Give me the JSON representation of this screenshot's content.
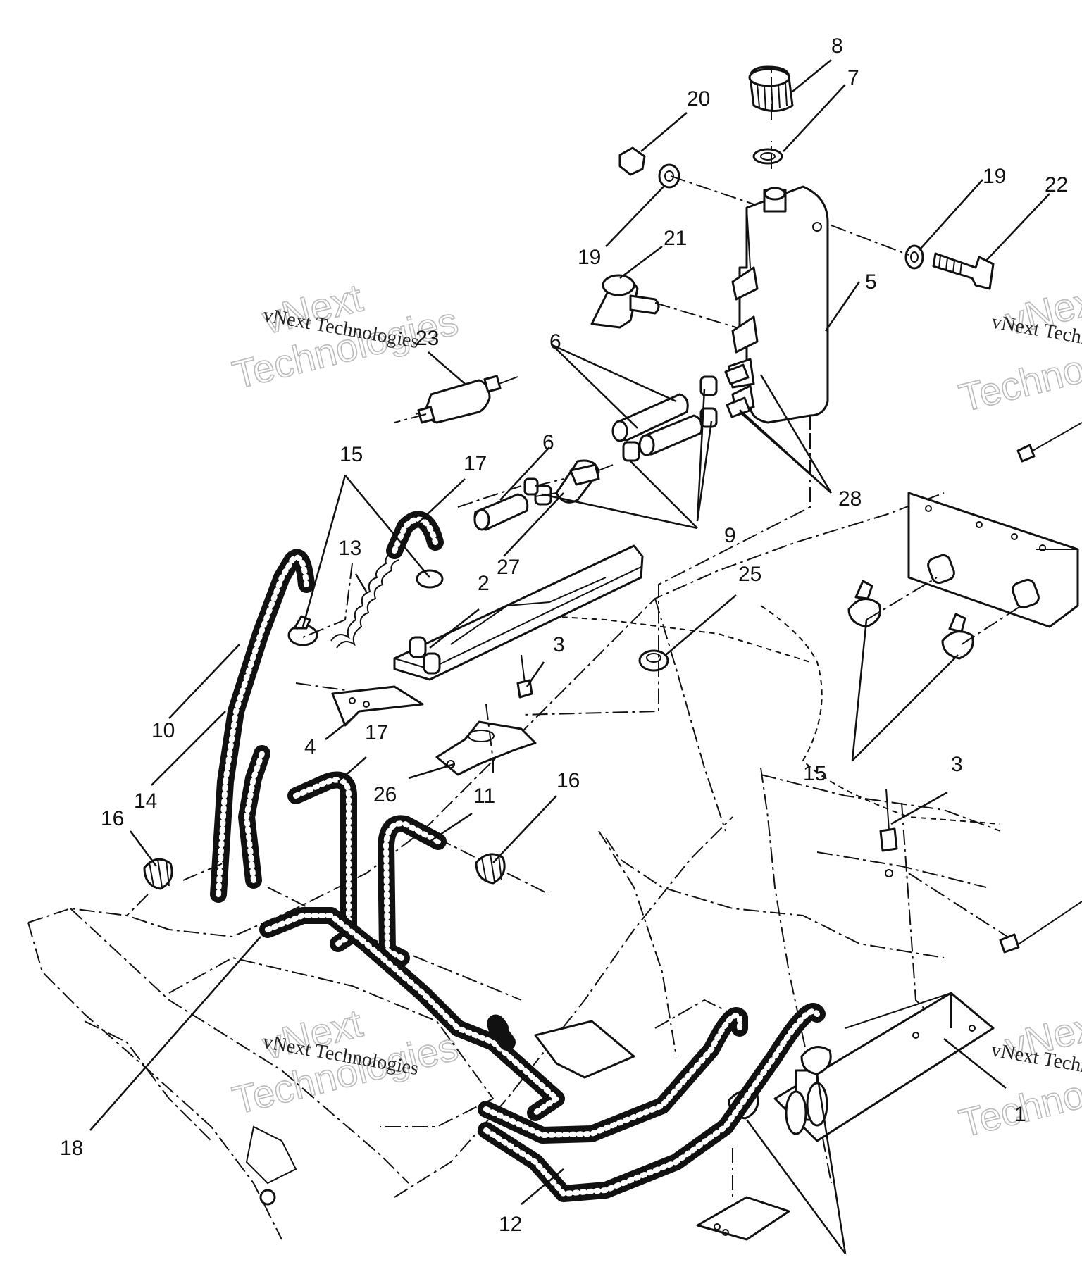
{
  "diagram": {
    "callouts": [
      {
        "id": "c8",
        "text": "8"
      },
      {
        "id": "c7",
        "text": "7"
      },
      {
        "id": "c20",
        "text": "20"
      },
      {
        "id": "c19a",
        "text": "19"
      },
      {
        "id": "c22",
        "text": "22"
      },
      {
        "id": "c19b",
        "text": "19"
      },
      {
        "id": "c21",
        "text": "21"
      },
      {
        "id": "c5",
        "text": "5"
      },
      {
        "id": "c23",
        "text": "23"
      },
      {
        "id": "c6a",
        "text": "6"
      },
      {
        "id": "c6b",
        "text": "6"
      },
      {
        "id": "c28",
        "text": "28"
      },
      {
        "id": "c9",
        "text": "9"
      },
      {
        "id": "c15a",
        "text": "15"
      },
      {
        "id": "c17a",
        "text": "17"
      },
      {
        "id": "c13",
        "text": "13"
      },
      {
        "id": "c27",
        "text": "27"
      },
      {
        "id": "c2",
        "text": "2"
      },
      {
        "id": "c25",
        "text": "25"
      },
      {
        "id": "c3a",
        "text": "3"
      },
      {
        "id": "c10",
        "text": "10"
      },
      {
        "id": "c4",
        "text": "4"
      },
      {
        "id": "c14",
        "text": "14"
      },
      {
        "id": "c17b",
        "text": "17"
      },
      {
        "id": "c26",
        "text": "26"
      },
      {
        "id": "c15b",
        "text": "15"
      },
      {
        "id": "c3b",
        "text": "3"
      },
      {
        "id": "c16a",
        "text": "16"
      },
      {
        "id": "c11",
        "text": "11"
      },
      {
        "id": "c16b",
        "text": "16"
      },
      {
        "id": "c18",
        "text": "18"
      },
      {
        "id": "c12",
        "text": "12"
      },
      {
        "id": "c1",
        "text": "1"
      }
    ],
    "watermark": {
      "small": "vNext Technologies",
      "big_line1": "vNext",
      "big_line2": "Technologies"
    }
  }
}
